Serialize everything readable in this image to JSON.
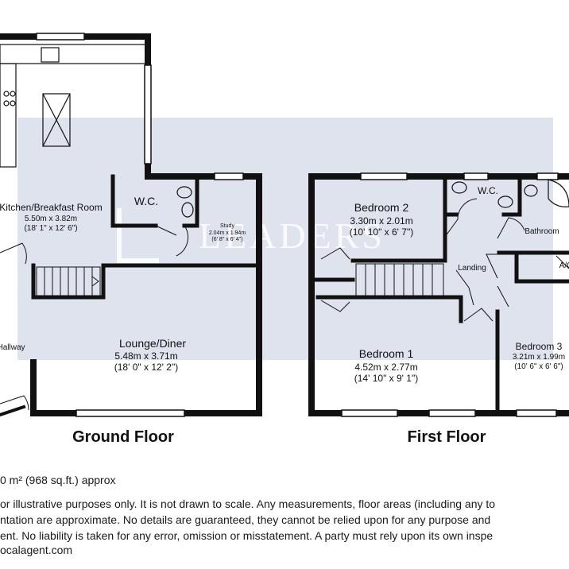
{
  "watermark": "LEADERS",
  "ground_floor": {
    "title": "Ground Floor",
    "rooms": {
      "kitchen": {
        "name": "Kitchen/Breakfast Room",
        "metric": "5.50m x 3.82m",
        "imperial": "(18' 1\" x 12' 6\")"
      },
      "wc": {
        "name": "W.C."
      },
      "study": {
        "name": "Study",
        "metric": "2.04m x 1.94m",
        "imperial": "(6' 8\" x 6' 4\")"
      },
      "lounge": {
        "name": "Lounge/Diner",
        "metric": "5.48m x 3.71m",
        "imperial": "(18' 0\" x 12' 2\")"
      },
      "hallway": {
        "name": "Hallway"
      }
    }
  },
  "first_floor": {
    "title": "First Floor",
    "rooms": {
      "bedroom2": {
        "name": "Bedroom 2",
        "metric": "3.30m x 2.01m",
        "imperial": "(10' 10\" x 6' 7\")"
      },
      "wc": {
        "name": "W.C."
      },
      "bathroom": {
        "name": "Bathroom"
      },
      "landing": {
        "name": "Landing"
      },
      "ac": {
        "name": "A/C"
      },
      "bedroom1": {
        "name": "Bedroom 1",
        "metric": "4.52m x 2.77m",
        "imperial": "(14' 10\" x 9' 1\")"
      },
      "bedroom3": {
        "name": "Bedroom 3",
        "metric": "3.21m x 1.99m",
        "imperial": "(10' 6\" x 6' 6\")"
      }
    }
  },
  "footer": {
    "area": "0 m² (968 sq.ft.) approx",
    "disclaimer_line1": "or illustrative purposes only. It is not drawn to scale. Any measurements, floor areas (including any to",
    "disclaimer_line2": "ntation are approximate. No details are guaranteed, they cannot be relied upon for any purpose and",
    "disclaimer_line3": "ent. No liability is taken for any error, omission or misstatement. A party must rely upon its own inspe",
    "website": "ocalagent.com"
  },
  "colors": {
    "wall": "#111111",
    "watermark_band": "#dfe3ee"
  }
}
